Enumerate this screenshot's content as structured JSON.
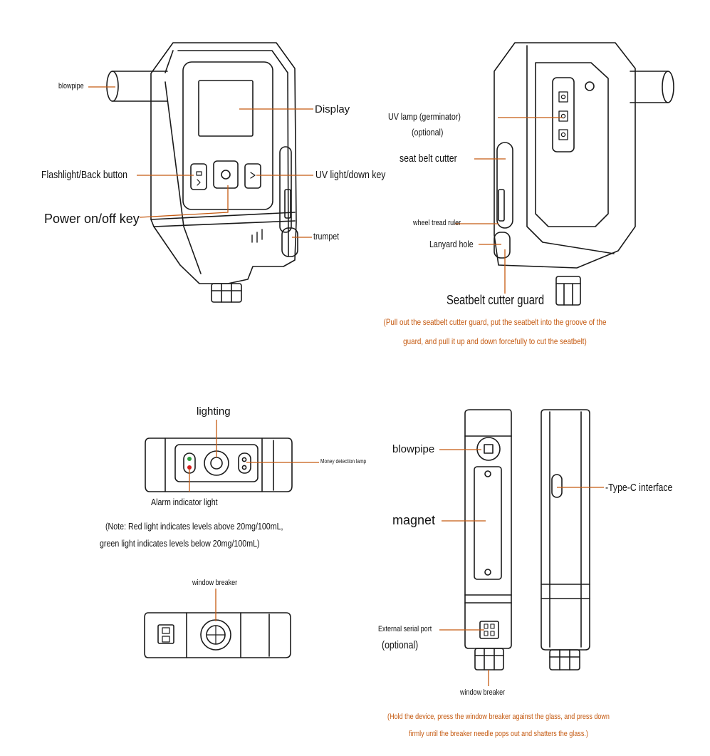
{
  "accent_color": "#c55a11",
  "line_color": "#1a1a1a",
  "led_colors": {
    "green": "#2e9e3e",
    "red": "#d81b1b"
  },
  "front_view": {
    "blowpipe": "blowpipe",
    "display": "Display",
    "flashlight_back": "Flashlight/Back button",
    "uv_down": "UV light/down key",
    "power": "Power on/off key",
    "trumpet": "trumpet"
  },
  "back_view": {
    "uv_lamp": "UV lamp (germinator)",
    "uv_lamp_optional": "(optional)",
    "seat_belt_cutter": "seat belt cutter",
    "wheel_tread_ruler": "wheel tread ruler",
    "lanyard_hole": "Lanyard hole",
    "seatbelt_guard": "Seatbelt cutter guard",
    "guard_note_line1": "(Pull out the seatbelt cutter guard, put the seatbelt into the groove of the",
    "guard_note_line2": "guard, and pull it up and down forcefully to cut the seatbelt)"
  },
  "top_view": {
    "lighting": "lighting",
    "money_lamp": "Money detection lamp",
    "alarm_light": "Alarm indicator light",
    "note_line1": "(Note: Red light indicates levels above 20mg/100mL,",
    "note_line2": "green light indicates levels below 20mg/100mL)"
  },
  "bottom_view": {
    "window_breaker": "window breaker"
  },
  "side_views": {
    "blowpipe": "blowpipe",
    "magnet": "magnet",
    "type_c": "-Type-C interface",
    "serial_port": "External serial port",
    "serial_optional": "(optional)",
    "window_breaker": "window breaker",
    "breaker_note_line1": "(Hold the device, press the window breaker against the glass, and press down",
    "breaker_note_line2": "firmly until the breaker needle pops out and shatters the glass.)"
  }
}
